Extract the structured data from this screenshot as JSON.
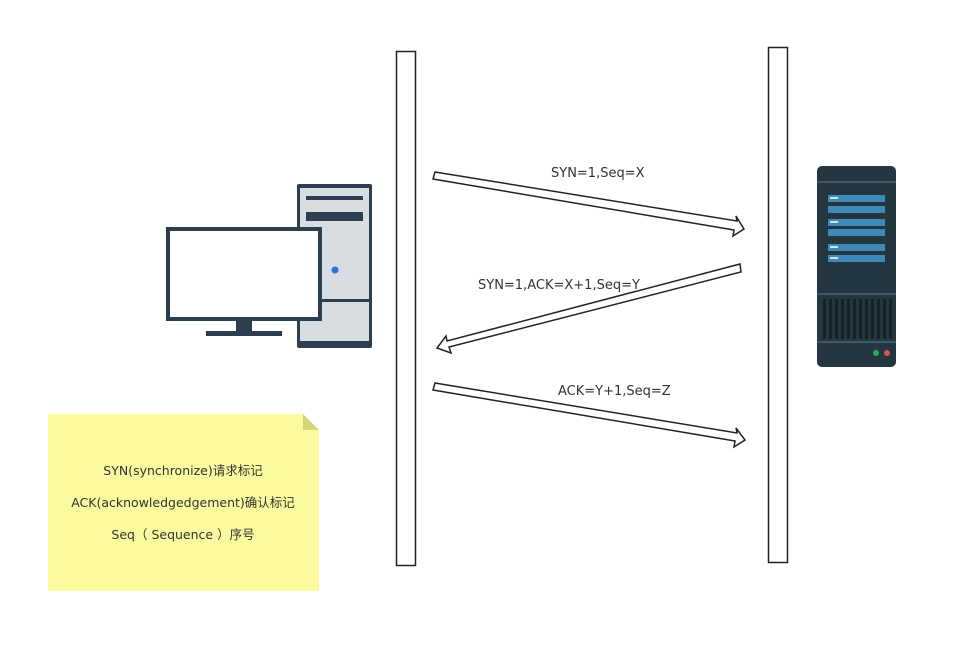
{
  "messages": [
    {
      "label": "SYN=1,Seq=X",
      "direction": "client-to-server"
    },
    {
      "label": "SYN=1,ACK=X+1,Seq=Y",
      "direction": "server-to-client"
    },
    {
      "label": "ACK=Y+1,Seq=Z",
      "direction": "client-to-server"
    }
  ],
  "note": {
    "lines": [
      "SYN(synchronize)请求标记",
      "ACK(acknowledgedgement)确认标记",
      "Seq（ Sequence  ）序号"
    ]
  },
  "colors": {
    "note_fill": "#fbfa9f",
    "note_fold": "#d6d47a",
    "lifeline_stroke": "#222222",
    "arrow_stroke": "#222222",
    "monitor_frame": "#2c3e4f",
    "tower_body": "#d8dde2",
    "tower_frame": "#2c3e4f",
    "power_dot": "#2f6fd6",
    "server_body": "#24363f",
    "server_slot": "#3f89b8",
    "led_green": "#27ae60",
    "led_red": "#d9534f"
  },
  "icons": {
    "client": "desktop-computer-icon",
    "server": "server-rack-icon"
  }
}
